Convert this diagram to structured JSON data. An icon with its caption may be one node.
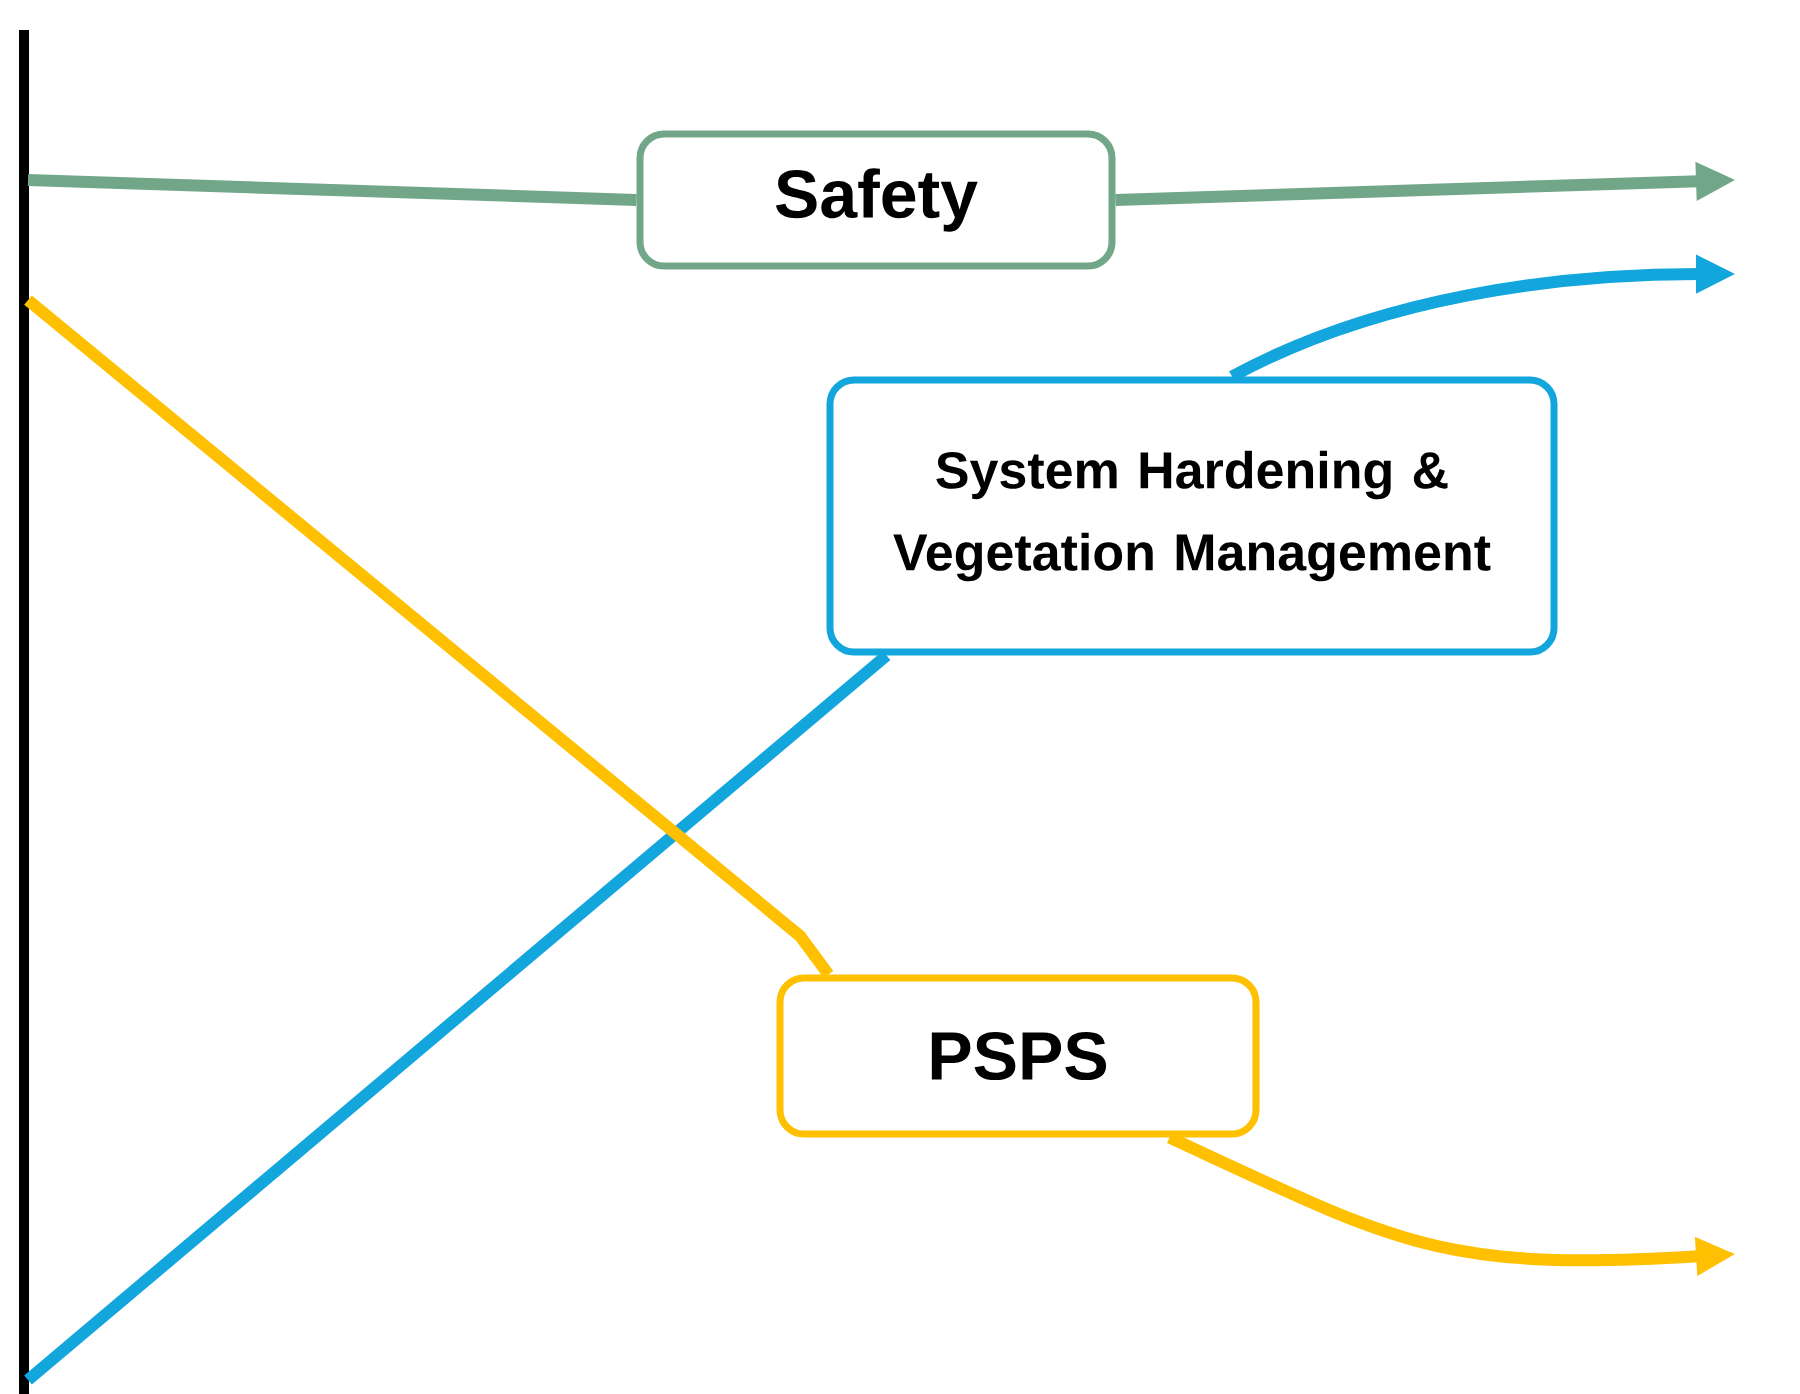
{
  "diagram": {
    "nodes": [
      {
        "text": [
          "Safety"
        ]
      },
      {
        "text": [
          "System Hardening & Vegetation Management"
        ]
      },
      {
        "text": [
          "PSPS"
        ]
      }
    ],
    "edges": [
      {
        "from": null,
        "to": 0,
        "arrow": "none",
        "color": "#72a689"
      },
      {
        "from": 0,
        "to": null,
        "arrow": "to",
        "color": "#72a689"
      },
      {
        "from": null,
        "to": 1,
        "arrow": "none",
        "color": "#12a6dd"
      },
      {
        "from": 1,
        "to": null,
        "arrow": "to",
        "color": "#12a6dd"
      },
      {
        "from": null,
        "to": 2,
        "arrow": "none",
        "color": "#fec000"
      },
      {
        "from": 2,
        "to": null,
        "arrow": "to",
        "color": "#fec000"
      }
    ]
  }
}
